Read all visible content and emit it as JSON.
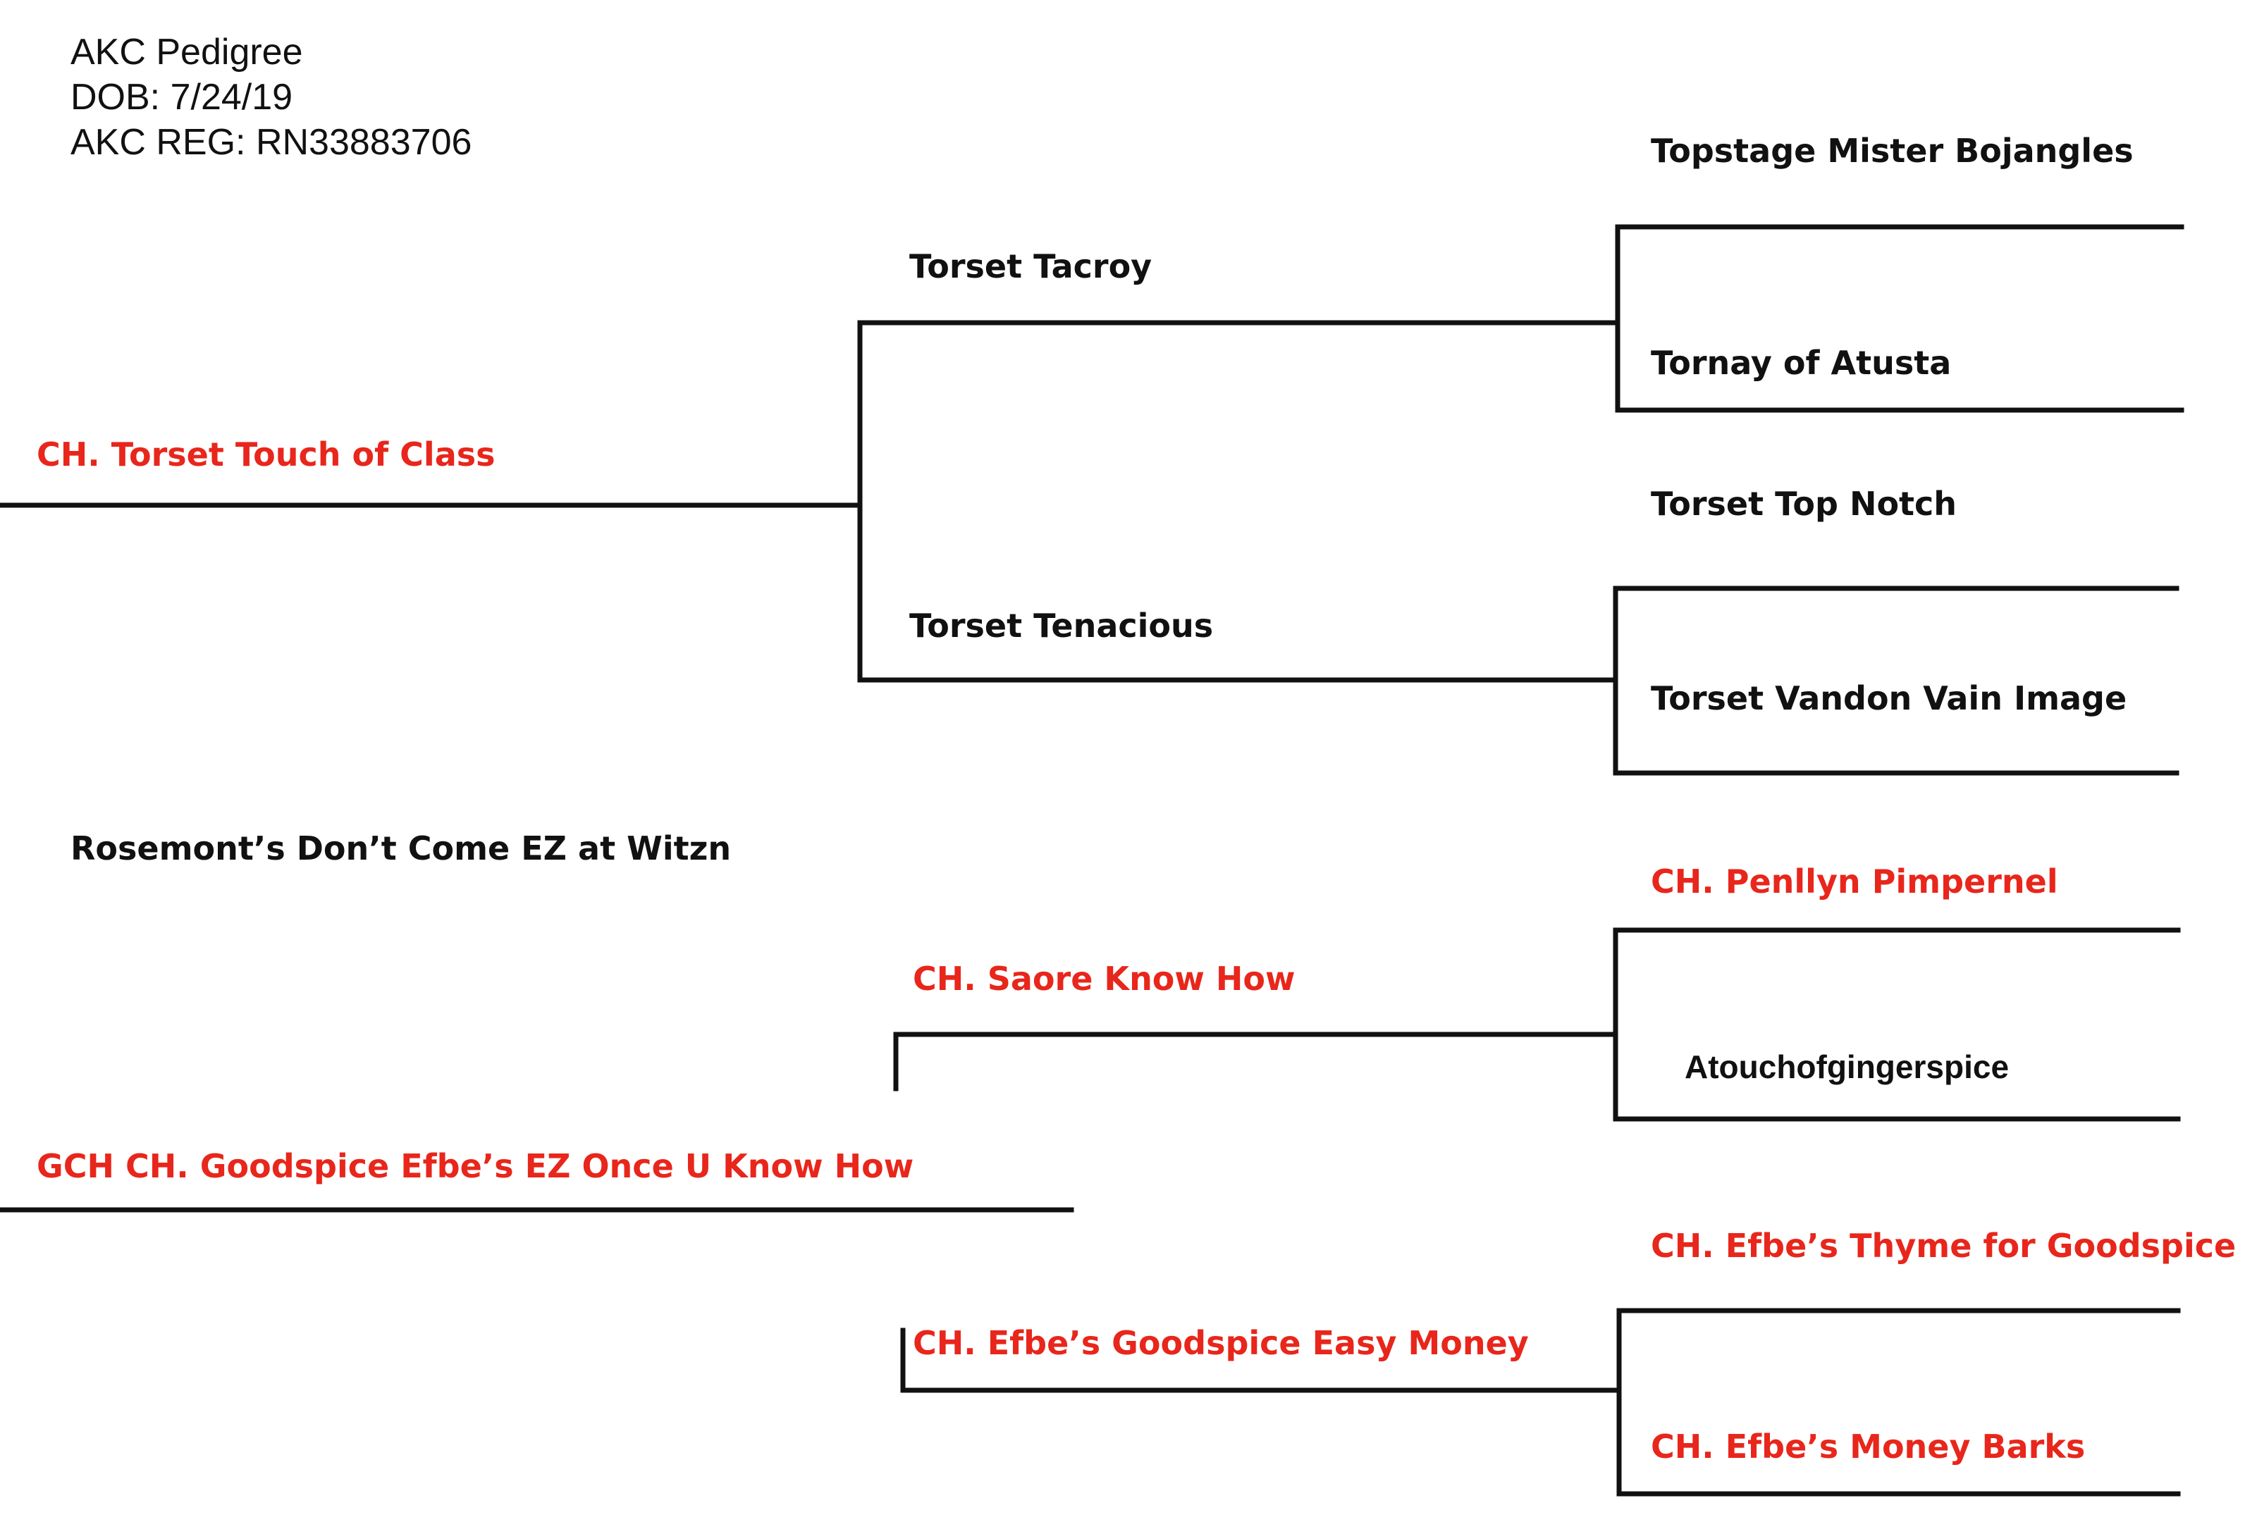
{
  "header": {
    "title": "AKC Pedigree",
    "dob": "DOB: 7/24/19",
    "registration": "AKC REG: RN33883706"
  },
  "dog": {
    "name": "Rosemont’s Don’t Come EZ at Witzn"
  },
  "sire": {
    "name": "CH. Torset Touch of Class",
    "sire": {
      "name": "Torset Tacroy",
      "sire": {
        "name": "Topstage Mister Bojangles"
      },
      "dam": {
        "name": "Tornay of Atusta"
      }
    },
    "dam": {
      "name": "Torset Tenacious",
      "sire": {
        "name": "Torset Top Notch"
      },
      "dam": {
        "name": "Torset Vandon Vain Image"
      }
    }
  },
  "dam": {
    "name": "GCH CH. Goodspice Efbe’s EZ Once U Know How",
    "sire": {
      "name": "CH. Saore Know How",
      "sire": {
        "name": "CH. Penllyn Pimpernel"
      },
      "dam": {
        "name": "Atouchofgingerspice"
      }
    },
    "dam": {
      "name": "CH. Efbe’s Goodspice Easy Money",
      "sire": {
        "name": "CH. Efbe’s Thyme for Goodspice"
      },
      "dam": {
        "name": "CH. Efbe’s Money Barks"
      }
    }
  },
  "colors": {
    "champion": "#e8261b",
    "text": "#111111",
    "line": "#111111"
  }
}
